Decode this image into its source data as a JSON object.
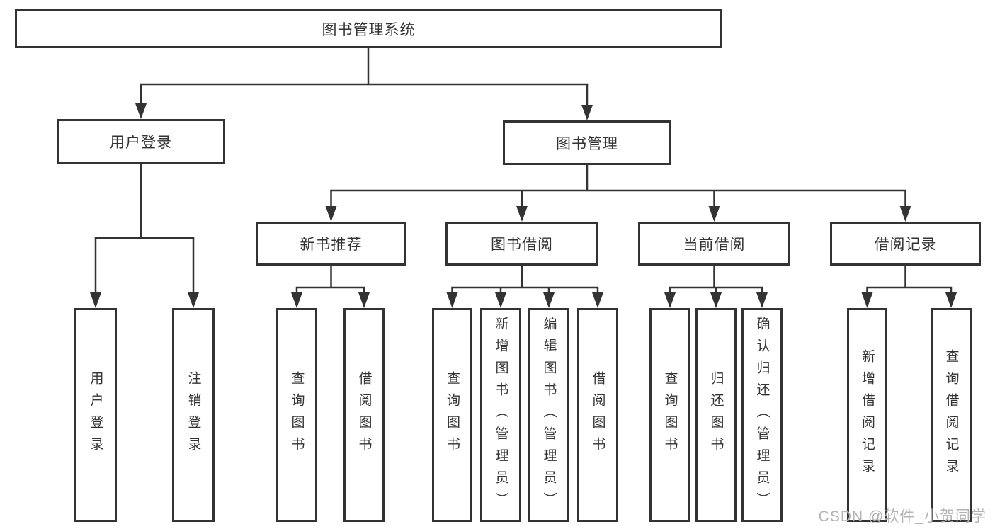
{
  "diagram": {
    "root": {
      "label": "图书管理系统"
    },
    "level1": [
      {
        "label": "用户登录"
      },
      {
        "label": "图书管理"
      }
    ],
    "level2": [
      {
        "label": "新书推荐"
      },
      {
        "label": "图书借阅"
      },
      {
        "label": "当前借阅"
      },
      {
        "label": "借阅记录"
      }
    ],
    "leaves": {
      "login": [
        "用户登录",
        "注销登录"
      ],
      "recommend": [
        "查询图书",
        "借阅图书"
      ],
      "borrow": [
        "查询图书",
        "新增图书（管理员）",
        "编辑图书（管理员）",
        "借阅图书"
      ],
      "current": [
        "查询图书",
        "归还图书",
        "确认归还（管理员）"
      ],
      "records": [
        "新增借阅记录",
        "查询借阅记录"
      ]
    },
    "watermark": "CSDN @软件_小贺同学",
    "colors": {
      "line": "#333333",
      "text": "#333333",
      "watermark": "#b3b3b3",
      "background": "#ffffff"
    }
  }
}
